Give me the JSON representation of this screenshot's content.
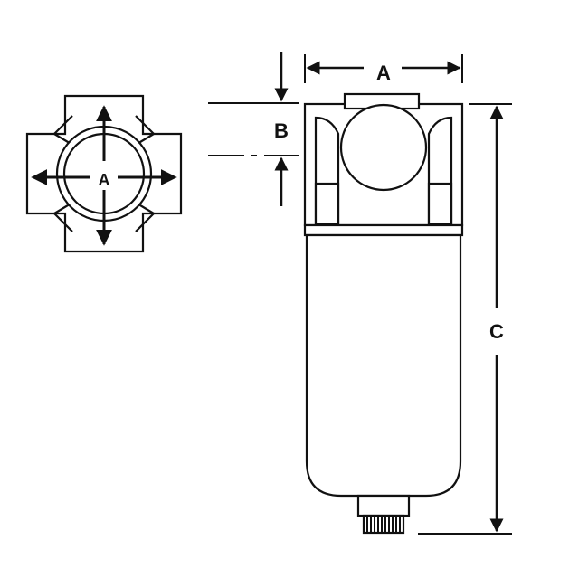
{
  "labels": {
    "top_view_dimension": "A",
    "width_dimension": "A",
    "head_height_dimension": "B",
    "overall_height_dimension": "C"
  },
  "colors": {
    "stroke": "#111111",
    "fill": "#ffffff",
    "background": "#ffffff"
  }
}
